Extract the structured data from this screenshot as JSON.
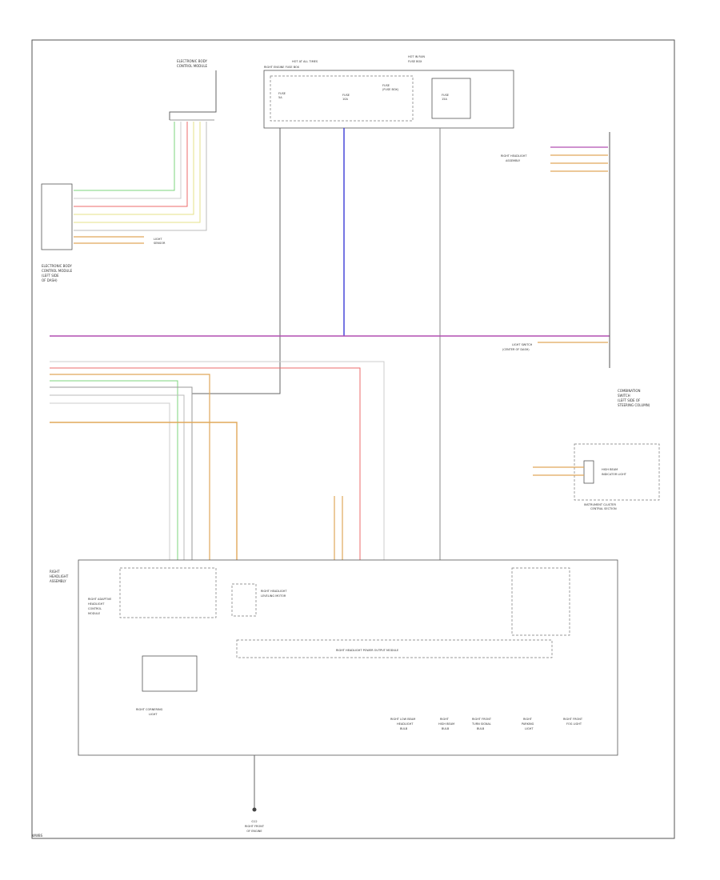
{
  "diagram": {
    "footer_code": "WWBS",
    "labels": {
      "top_left_conn": [
        "ELECTRONIC BODY",
        "CONTROL MODULE"
      ],
      "fuse_box_1_title": [
        "HOT AT ALL TIMES",
        "RIGHT ENGINE FUSE BOX"
      ],
      "fuse_box_2_title": [
        "HOT IN RUN",
        "FUSE BOX"
      ],
      "fuse_a": [
        "FUSE",
        "5A"
      ],
      "fuse_b": [
        "FUSE",
        "10A"
      ],
      "fuse_c": [
        "FUSE",
        "15A"
      ],
      "fuse_box_note": [
        "FUSE",
        "(FUSE BOX)"
      ],
      "left_module": [
        "ELECTRONIC BODY",
        "CONTROL MODULE",
        "(LEFT SIDE",
        "OF DASH)"
      ],
      "left_ground": [
        "LIGHT",
        "SENSOR"
      ],
      "right_conn_block": [
        "RIGHT HEADLIGHT",
        "ASSEMBLY"
      ],
      "right_side_module": [
        "COMBINATION",
        "SWITCH",
        "(LEFT SIDE OF",
        "STEERING COLUMN)"
      ],
      "right_mid_note": [
        "LIGHT SWITCH",
        "(CENTER OF DASH)"
      ],
      "instrument_cluster": [
        "INSTRUMENT CLUSTER",
        "CENTRAL SECTION"
      ],
      "instr_box": [
        "HIGH BEAM",
        "INDICATOR LIGHT"
      ],
      "bottom_box_title": [
        "RIGHT",
        "HEADLIGHT",
        "ASSEMBLY"
      ],
      "relay_block": "RIGHT HEADLIGHT POWER OUTPUT MODULE",
      "low_beam": [
        "RIGHT LOW BEAM",
        "HEADLIGHT",
        "BULB"
      ],
      "high_beam": [
        "RIGHT",
        "HIGH BEAM",
        "BULB"
      ],
      "turn_bulb": [
        "RIGHT FRONT",
        "TURN SIGNAL",
        "BULB"
      ],
      "parking": [
        "RIGHT",
        "PARKING",
        "LIGHT"
      ],
      "fog": [
        "RIGHT FRONT",
        "FOG LIGHT"
      ],
      "motor": [
        "RIGHT HEADLIGHT",
        "LEVELING MOTOR"
      ],
      "cornering": [
        "RIGHT CORNERING",
        "LIGHT"
      ],
      "ground": [
        "G12",
        "RIGHT FRONT",
        "OF ENGINE"
      ],
      "left_inner_box": [
        "RIGHT ADAPTIVE",
        "HEADLIGHT",
        "CONTROL",
        "MODULE"
      ]
    },
    "wire_colors": {
      "green": "#7cd67c",
      "red": "#ee6b6b",
      "yellow": "#e6e08a",
      "orange": "#e0a85a",
      "violet": "#b24fb2",
      "blue": "#3b3bd6",
      "black": "#6a6a6a",
      "gray": "#c8c8c8"
    }
  }
}
